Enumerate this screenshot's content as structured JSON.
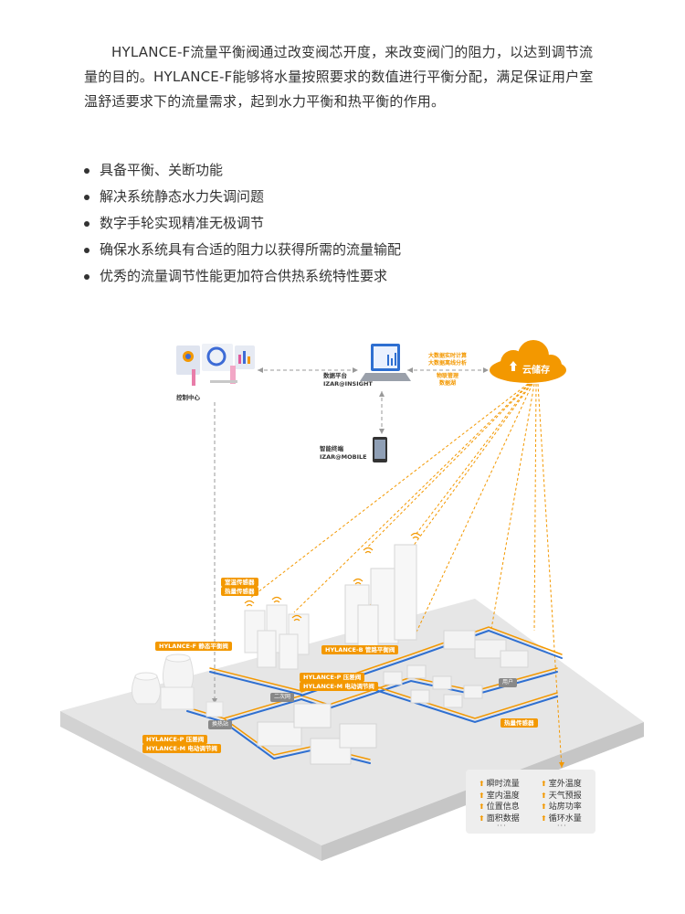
{
  "intro": {
    "text": "HYLANCE-F流量平衡阀通过改变阀芯开度，来改变阀门的阻力，以达到调节流量的目的。HYLANCE-F能够将水量按照要求的数值进行平衡分配，满足保证用户室温舒适要求下的流量需求，起到水力平衡和热平衡的作用。"
  },
  "features": [
    "具备平衡、关断功能",
    "解决系统静态水力失调问题",
    "数字手轮实现精准无极调节",
    "确保水系统具有合适的阻力以获得所需的流量输配",
    "优秀的流量调节性能更加符合供热系统特性要求"
  ],
  "diagram": {
    "control_center": "控制中心",
    "data_platform": "数据平台",
    "data_platform_name": "IZAR@INSIGHT",
    "smart_terminal": "智能终端",
    "smart_terminal_name": "IZAR@MOBILE",
    "big_data_1": "大数据实时计算",
    "big_data_2": "大数据离线分析",
    "iot_1": "物联管理",
    "iot_2": "数据湖",
    "cloud": "云储存",
    "tag_room_sensor_1": "室温传感器",
    "tag_room_sensor_2": "热量传感器",
    "tag_hylance_f": "HYLANCE-F 静态平衡阀",
    "tag_hylance_b": "HYLANCE-B 管路平衡阀",
    "tag_hylance_pm_1": "HYLANCE-P 压差阀",
    "tag_hylance_pm_2": "HYLANCE-M 电动调节阀",
    "tag_secondary_net": "二次网",
    "tag_exchange_station": "换热站",
    "tag_hylance_pm_3": "HYLANCE-P 压差阀",
    "tag_hylance_pm_4": "HYLANCE-M 电动调节阀",
    "tag_user": "用户",
    "tag_heat_sensor": "热量传感器"
  },
  "legend": {
    "left": [
      "瞬时流量",
      "室内温度",
      "位置信息",
      "面积数据"
    ],
    "right": [
      "室外温度",
      "天气预报",
      "站房功率",
      "循环水量"
    ],
    "dots": "···"
  },
  "colors": {
    "accent": "#f39800",
    "pipe_blue": "#2e6fd1",
    "ground": "#e9e9e9"
  }
}
